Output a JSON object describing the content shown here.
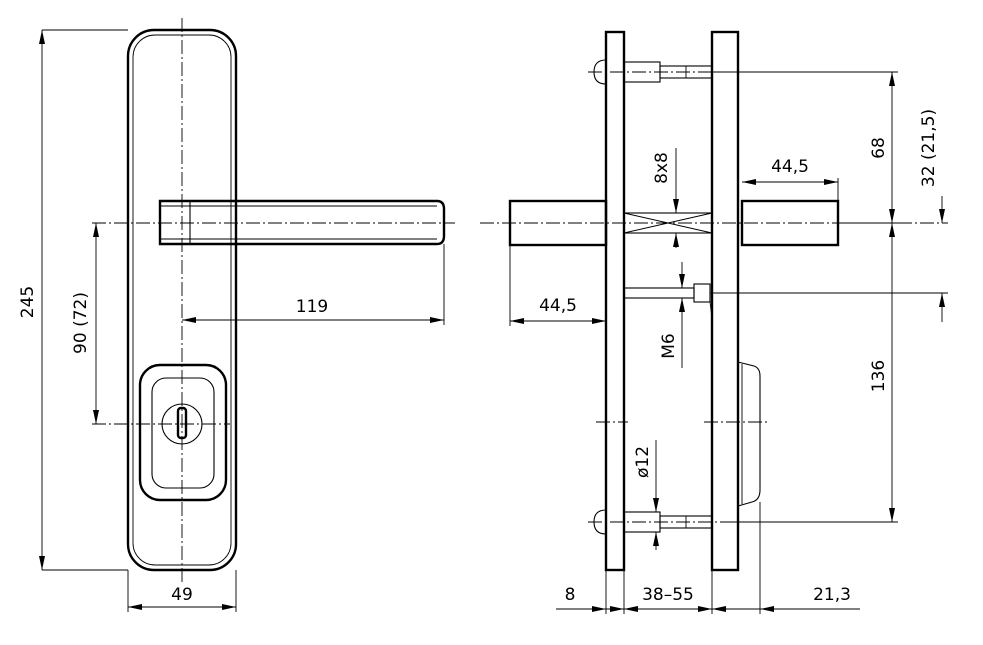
{
  "front_view": {
    "height": "245",
    "key_offset": "90 (72)",
    "lever_length": "119",
    "width": "49"
  },
  "side_view": {
    "spindle_left": "44,5",
    "spindle_right": "44,5",
    "spindle_square": "8x8",
    "screw_top": "68",
    "screw_top_alt": "32 (21,5)",
    "screw_spacing": "136",
    "thread": "M6",
    "bolt_diameter": "ø12",
    "plate_thickness": "8",
    "door_thickness": "38–55",
    "back_offset": "21,3"
  }
}
